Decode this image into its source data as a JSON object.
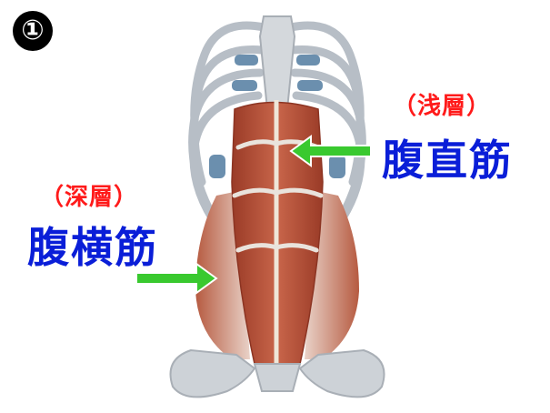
{
  "badge": {
    "number": "①"
  },
  "labels": {
    "superficial_layer": "（浅層）",
    "rectus_abdominis": "腹直筋",
    "deep_layer": "（深層）",
    "transversus_abdominis": "腹横筋"
  },
  "colors": {
    "layer_text": "#ff1a1a",
    "muscle_text": "#0a1ed8",
    "arrow": "#39c92f",
    "muscle": "#b8523a",
    "bone": "#c9ced4",
    "cartilage": "#6b8fae"
  },
  "icons": {
    "arrow_rectus": "arrow-left-icon",
    "arrow_transverse": "arrow-right-icon"
  }
}
